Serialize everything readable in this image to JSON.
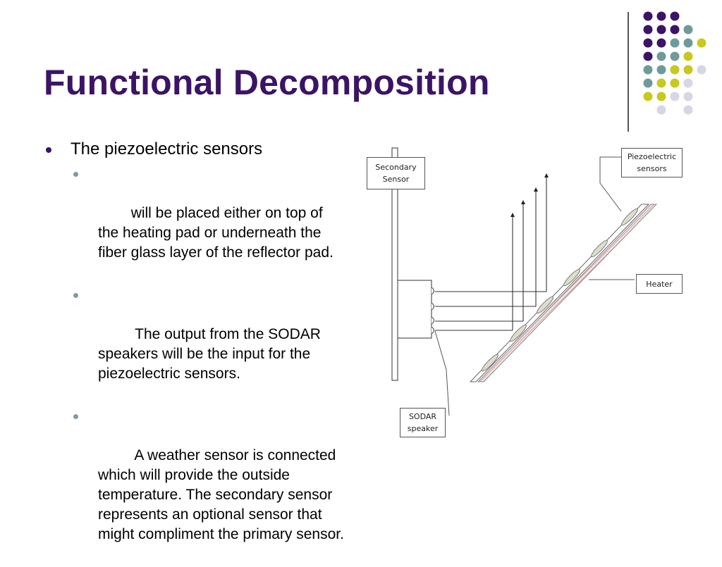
{
  "title": "Functional Decomposition",
  "bullets": [
    {
      "text": "The piezoelectric sensors",
      "sub": [
        "will be placed either on top of the heating pad or underneath the fiber glass layer of the reflector pad.",
        " The output from the SODAR speakers will be the input for the piezoelectric sensors.",
        " A weather sensor is connected which will provide the outside temperature. The secondary sensor represents an optional sensor that might compliment the primary sensor."
      ]
    }
  ],
  "diagram": {
    "labels": {
      "secondary_sensor": "Secondary\nSensor",
      "piezoelectric_sensors": "Piezoelectric\nsensors",
      "heater": "Heater",
      "sodar_speaker": "SODAR\nspeaker"
    }
  },
  "colors": {
    "title": "#3b1466",
    "bullet_l1": "#3b1466",
    "bullet_l2": "#7a9e9f",
    "dot_purple": "#3b1466",
    "dot_teal": "#6f9a9b",
    "dot_yellow": "#c8c81e",
    "dot_lavender": "#d6d6e6"
  },
  "decoration": {
    "dot_grid": [
      [
        "purple",
        "purple",
        "purple",
        "",
        "",
        ""
      ],
      [
        "purple",
        "purple",
        "purple",
        "teal",
        "",
        ""
      ],
      [
        "purple",
        "purple",
        "teal",
        "teal",
        "yellow",
        ""
      ],
      [
        "purple",
        "teal",
        "teal",
        "yellow",
        "",
        ""
      ],
      [
        "teal",
        "teal",
        "yellow",
        "yellow",
        "lavender",
        ""
      ],
      [
        "teal",
        "yellow",
        "yellow",
        "lavender",
        "",
        ""
      ],
      [
        "yellow",
        "yellow",
        "lavender",
        "lavender",
        "",
        ""
      ],
      [
        "",
        "lavender",
        "",
        "lavender",
        "",
        ""
      ]
    ]
  }
}
